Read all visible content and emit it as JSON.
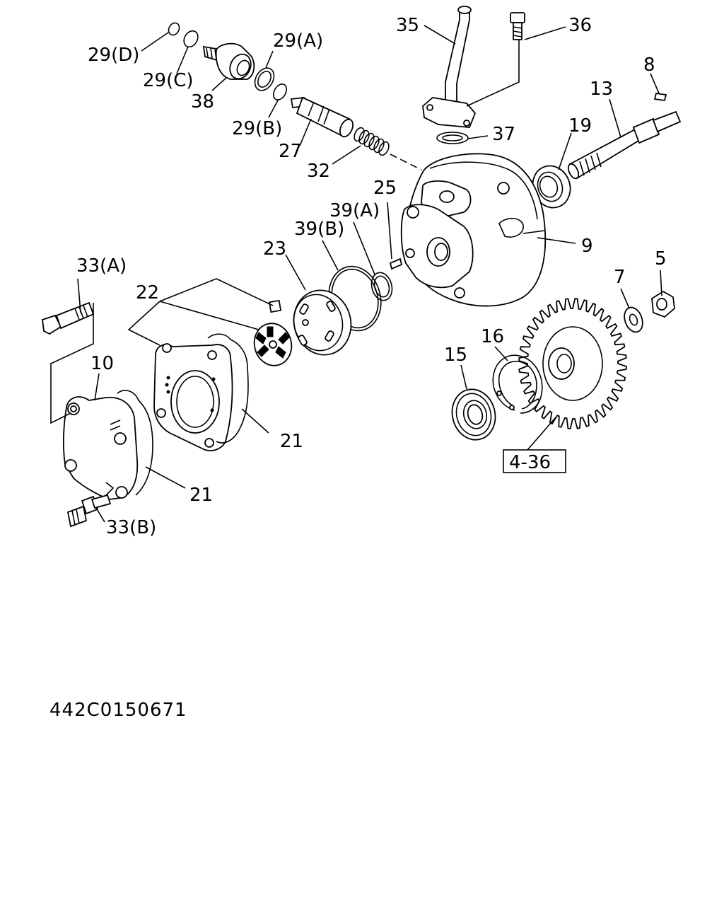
{
  "diagram": {
    "drawing_code": "442C0150671",
    "reference_box": "4-36",
    "labels": {
      "l29d": "29(D)",
      "l29c": "29(C)",
      "l29a": "29(A)",
      "l29b": "29(B)",
      "l38": "38",
      "l27": "27",
      "l32": "32",
      "l35": "35",
      "l36": "36",
      "l37": "37",
      "l8": "8",
      "l13": "13",
      "l19": "19",
      "l9": "9",
      "l25": "25",
      "l39a": "39(A)",
      "l39b": "39(B)",
      "l23": "23",
      "l22": "22",
      "l33a": "33(A)",
      "l10": "10",
      "l21a": "21",
      "l21b": "21",
      "l33b": "33(B)",
      "l5": "5",
      "l7": "7",
      "l16": "16",
      "l15": "15"
    }
  }
}
